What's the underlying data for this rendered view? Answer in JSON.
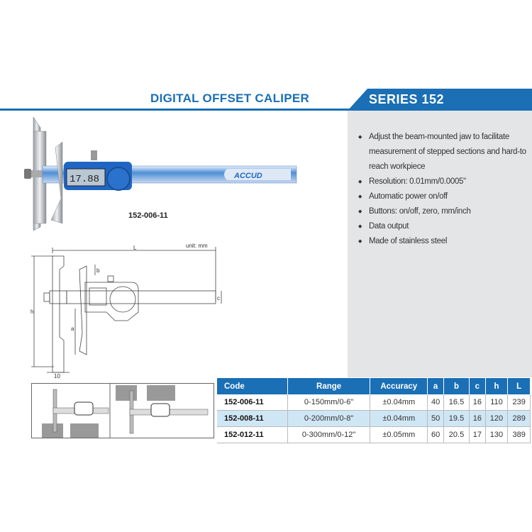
{
  "header": {
    "title": "DIGITAL OFFSET CALIPER",
    "series": "SERIES 152"
  },
  "colors": {
    "accent": "#1a6fb5",
    "panel": "#e4e5e7",
    "row_highlight": "#cfe6f5"
  },
  "product": {
    "model": "152-006-11",
    "display_reading": "17.88",
    "brand": "ACCUD"
  },
  "features": [
    "Adjust the beam-mounted jaw to facilitate measurement of stepped sections and hard-to reach workpiece",
    "Resolution: 0.01mm/0.0005\"",
    "Automatic power on/off",
    "Buttons: on/off, zero, mm/inch",
    "Data output",
    "Made of stainless steel"
  ],
  "drawing": {
    "unit": "unit: mm",
    "labels": {
      "L": "L",
      "h": "h",
      "a": "a",
      "b": "b",
      "c": "c",
      "ten": "10"
    }
  },
  "table": {
    "headers": [
      "Code",
      "Range",
      "Accuracy",
      "a",
      "b",
      "c",
      "h",
      "L"
    ],
    "rows": [
      [
        "152-006-11",
        "0-150mm/0-6\"",
        "±0.04mm",
        "40",
        "16.5",
        "16",
        "110",
        "239"
      ],
      [
        "152-008-11",
        "0-200mm/0-8\"",
        "±0.04mm",
        "50",
        "19.5",
        "16",
        "120",
        "289"
      ],
      [
        "152-012-11",
        "0-300mm/0-12\"",
        "±0.05mm",
        "60",
        "20.5",
        "17",
        "130",
        "389"
      ]
    ]
  }
}
